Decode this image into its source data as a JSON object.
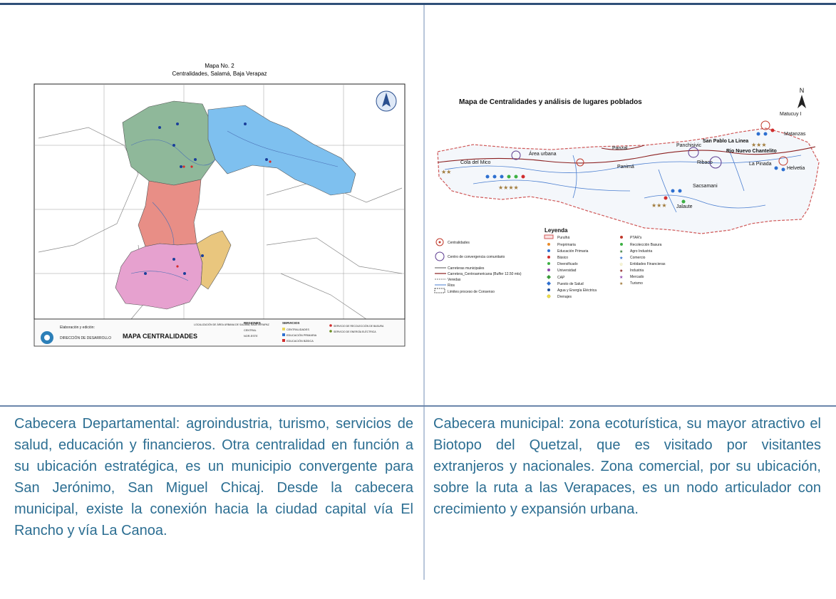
{
  "left_map": {
    "title_line1": "Mapa No. 2",
    "title_line2": "Centralidades,  Salamá, Baja Verapaz",
    "footer_title": "MAPA CENTRALIDADES",
    "footer_small1": "Elaboración y edición:",
    "footer_small2": "DIRECCIÓN DE DESARROLLO",
    "legend_header_regiones": "REGIONES",
    "legend_header_servicios": "SERVICIOS",
    "legend_regiones": [
      "CENTRAL",
      "NOR-ESTE"
    ],
    "legend_servicios": [
      "CENTRALIDADES",
      "EDUCACIÓN PRIMARIA",
      "EDUCACIÓN BÁSICA"
    ],
    "legend_servicios2": [
      "SERVICIO DE RECOLECCIÓN DE BASURA",
      "SERVICIO DE ENERGÍA ELÉCTRICA"
    ],
    "location_label": "LOCALIZACIÓN DE ÁREA URBANA DE SALAMÁ, BAJA VERAPAZ",
    "colors": {
      "green": "#8fb89a",
      "blue": "#7ec0ef",
      "red": "#e88e86",
      "pink": "#e6a1cf",
      "tan": "#e9c67e"
    }
  },
  "right_map": {
    "title": "Mapa de Centralidades y análisis de lugares poblados",
    "north": "N",
    "places": [
      "Matucuy I",
      "Matanzas",
      "San Pablo La Linea",
      "Panchisivic",
      "Panzal",
      "Rio Nuevo Chantelito",
      "Área urbana",
      "Cola del Mico",
      "Ribaco",
      "Panimá",
      "La Pinada",
      "Helvetia",
      "Sacsamani",
      "Jalaute"
    ],
    "legend_title": "Leyenda",
    "legend_left": [
      "Centralidades",
      "Centro de convergencia comunitario",
      "Carreteras municipales",
      "Carretera_Centroamericana (Buffer 12.50 mts)",
      "Veredas",
      "Rios",
      "Limites proceso de Consenso"
    ],
    "legend_mid": [
      "Purulhá",
      "Preprimaria",
      "Educación Primaria",
      "Básico",
      "Diversificado",
      "Universidad",
      "CAP",
      "Puesto de Salud",
      "Agua y Energía Eléctrica",
      "Drenajes"
    ],
    "legend_right": [
      "PTAR's",
      "Recolección Basura",
      "Agro Industria",
      "Comercio",
      "Entidades Financieras",
      "Industria",
      "Mercado",
      "Turismo"
    ]
  },
  "text_left": "Cabecera Departamental: agroindustria, turismo, servicios de salud, educación y financieros.  Otra centralidad en función a su ubicación estratégica, es un municipio convergente para San Jerónimo, San Miguel Chicaj.  Desde la cabecera municipal, existe la conexión hacia la ciudad capital vía El Rancho y vía La Canoa.",
  "text_right": "Cabecera municipal: zona ecoturística, su mayor atractivo el Biotopo del Quetzal, que es visitado por visitantes extranjeros y nacionales.  Zona comercial, por su ubicación, sobre la ruta a las Verapaces, es un nodo articulador con crecimiento y expansión urbana."
}
